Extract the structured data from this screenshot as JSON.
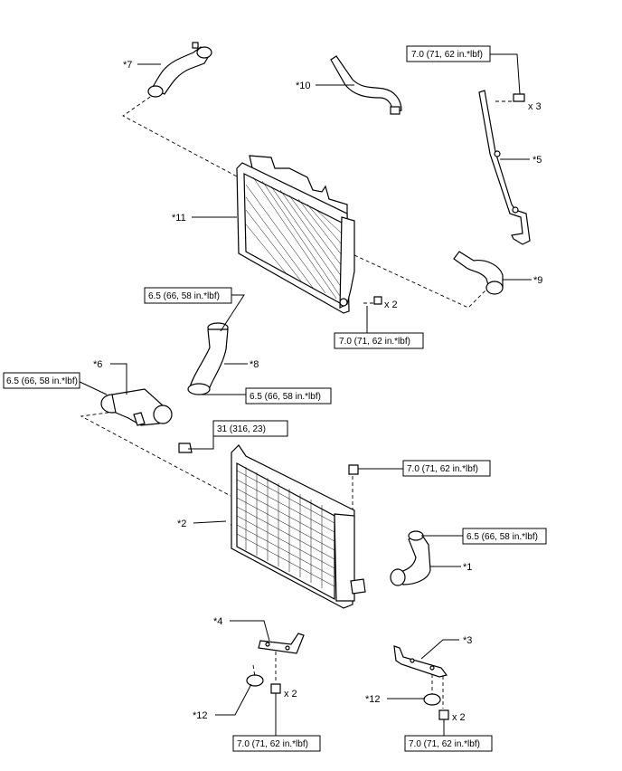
{
  "callouts": {
    "c1": "*1",
    "c2": "*2",
    "c3": "*3",
    "c4": "*4",
    "c5": "*5",
    "c6": "*6",
    "c7": "*7",
    "c8": "*8",
    "c9": "*9",
    "c10": "*10",
    "c11": "*11",
    "c12a": "*12",
    "c12b": "*12"
  },
  "torque": {
    "t_top_right": "7.0 (71, 62 in.*lbf)",
    "t_rad_bolt": "7.0 (71, 62 in.*lbf)",
    "t_hose8_top": "6.5 (66, 58 in.*lbf)",
    "t_hose8_bottom": "6.5 (66, 58 in.*lbf)",
    "t_hose6": "6.5 (66, 58 in.*lbf)",
    "t_bolt31": "31 (316, 23)",
    "t_ic_bolt": "7.0 (71, 62 in.*lbf)",
    "t_hose1": "6.5 (66, 58 in.*lbf)",
    "t_bracket4": "7.0 (71, 62 in.*lbf)",
    "t_bracket3": "7.0 (71, 62 in.*lbf)"
  },
  "quantities": {
    "q_top_bolts": "x 3",
    "q_rad_bolts": "x 2",
    "q_b4": "x 2",
    "q_b3": "x 2"
  },
  "icons": [
    "bolt-icon",
    "grommet-icon",
    "hose-clamp-icon"
  ]
}
